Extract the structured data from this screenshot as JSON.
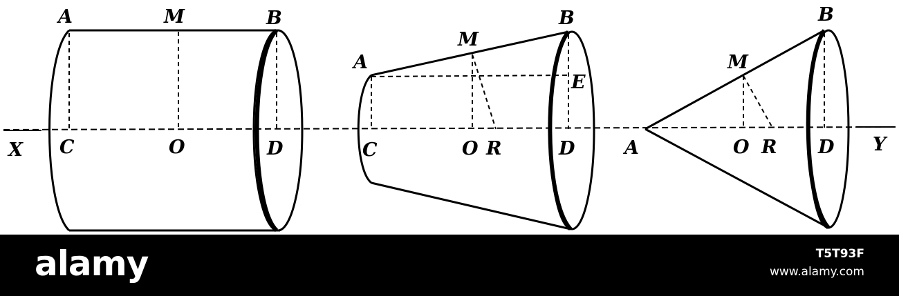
{
  "axis": {
    "left_label": "X",
    "right_label": "Y"
  },
  "cylinder": {
    "labels": {
      "A": "A",
      "M": "M",
      "B": "B",
      "C": "C",
      "O": "O",
      "D": "D"
    }
  },
  "frustum": {
    "labels": {
      "A": "A",
      "M": "M",
      "B": "B",
      "E": "E",
      "C": "C",
      "O": "O",
      "R": "R",
      "D": "D"
    }
  },
  "cone": {
    "labels": {
      "M": "M",
      "B": "B",
      "A": "A",
      "O": "O",
      "R": "R",
      "D": "D"
    }
  },
  "watermark": {
    "brand": "alamy",
    "image_id": "T5T93F",
    "url": "www.alamy.com"
  }
}
